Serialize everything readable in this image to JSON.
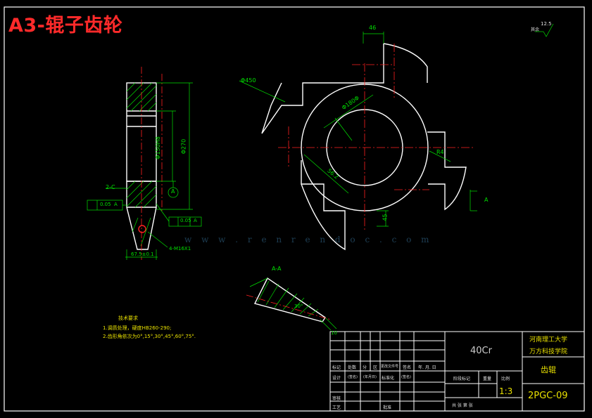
{
  "title": "A3-辊子齿轮",
  "watermark": {
    "url": "w w w . r e n r e n d o c . c o m"
  },
  "labels": {
    "dim_46": "46",
    "roughness": "12.5",
    "roughness_prefix": "其余",
    "dia_450": "Φ450",
    "dia_180": "Φ180Φ",
    "dia_150": "Φ150H8",
    "dia_270": "Φ270",
    "r4": "R4",
    "section_a": "A",
    "section_a2": "A",
    "r_label": "A",
    "dim_45": "45",
    "dim_67": "67.5±0.1",
    "tap": "4-M16X1",
    "callout_2": "2-C",
    "tol_1": "0.05",
    "tol_1_ref": "A",
    "tol_2": "0.05",
    "tol_2_ref": "A",
    "aa": "A-A",
    "angle": "30°",
    "dim_10": "10",
    "dim_r": "56.2"
  },
  "notes": {
    "heading": "技术要求",
    "line1": "1.调质处理，硬度HB260-290;",
    "line2": "2.齿形角依次为0°,15°,30°,45°,60°,75°."
  },
  "title_block": {
    "material": "40Cr",
    "school1": "河南理工大学",
    "school2": "万方科技学院",
    "part_name": "齿辊",
    "scale": "1:3",
    "drawing_no": "2PGC-09",
    "header_cells": [
      "标记",
      "处数",
      "分",
      "区",
      "更改文件号",
      "签名",
      "年. 月. 日"
    ],
    "row2": [
      "设计",
      "(签名)",
      "(年月日)",
      "标准化",
      "(签名)"
    ],
    "row3_left": [
      "审核"
    ],
    "row4_left": [
      "工艺",
      "批准"
    ],
    "stage": "阶段标记",
    "weight": "重量",
    "scale_label": "比例",
    "sheets": "共  张  第  张"
  },
  "colors": {
    "line": "#ffffff",
    "dim": "#00e000",
    "center": "#ff2020",
    "yellow": "#e8e000",
    "title": "#ff2a2a"
  }
}
